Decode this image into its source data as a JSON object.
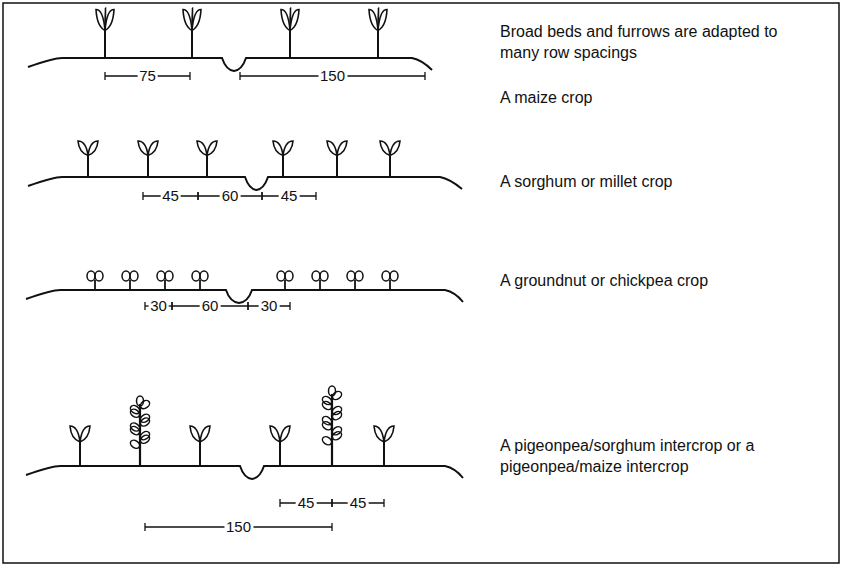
{
  "diagram": {
    "labels": [
      "Broad beds and furrows are adapted to many row spacings",
      "75",
      "150",
      "A maize crop",
      "45",
      "60",
      "45",
      "A sorghum or millet crop",
      "30",
      "60",
      "30",
      "A groundnut or chickpea crop",
      "150",
      "45",
      "45",
      "A pigeonpea/sorghum intercrop or a pigeonpea/maize intercrop"
    ]
  }
}
